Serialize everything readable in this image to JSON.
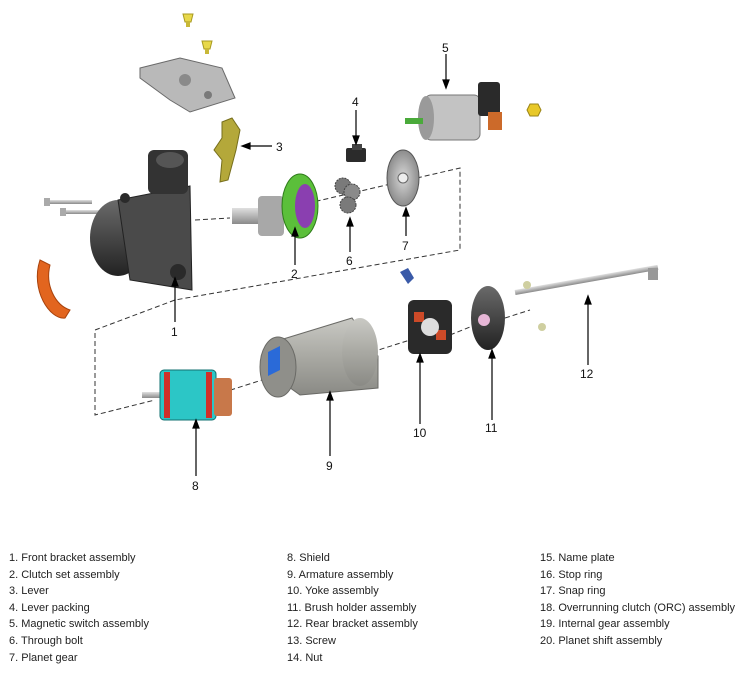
{
  "callouts": [
    "1",
    "2",
    "3",
    "4",
    "5",
    "6",
    "7",
    "8",
    "9",
    "10",
    "11",
    "12"
  ],
  "legend": {
    "col1": [
      "1. Front bracket assembly",
      "2. Clutch set assembly",
      "3. Lever",
      "4. Lever packing",
      "5. Magnetic switch assembly",
      "6. Through bolt",
      "7. Planet gear"
    ],
    "col2": [
      "8. Shield",
      "9. Armature assembly",
      "10. Yoke assembly",
      "11. Brush holder assembly",
      "12. Rear bracket assembly",
      "13. Screw",
      "14. Nut"
    ],
    "col3": [
      "15. Name plate",
      "16. Stop ring",
      "17. Snap ring",
      "18. Overrunning clutch (ORC) assembly",
      "19. Internal gear assembly",
      "20. Planet shift assembly"
    ]
  },
  "colors": {
    "bracket": "#3a3a3a",
    "clutch_green": "#5bbf3a",
    "clutch_purple": "#8a3fb0",
    "yoke": "#a8a8a2",
    "armature_cyan": "#2cc6c6",
    "armature_red": "#d03028",
    "commutator": "#c8784a",
    "packing_orange": "#e2651f",
    "bolt_yellow": "#e8d84a",
    "lever_olive": "#b4a83a"
  }
}
